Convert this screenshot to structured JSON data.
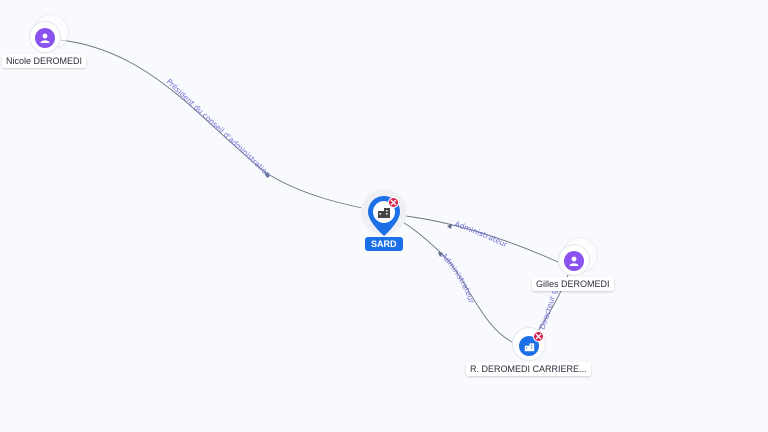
{
  "nodes": {
    "nicole": {
      "label": "Nicole DEROMEDI",
      "icon": "person-icon",
      "color": "#8a53f0"
    },
    "sard": {
      "label": "SARD",
      "icon": "company-icon",
      "color": "#1d6fe8",
      "badge": "closed-badge"
    },
    "gilles": {
      "label": "Gilles DEROMEDI",
      "icon": "person-icon",
      "color": "#8a53f0"
    },
    "rderomedi": {
      "label": "R. DEROMEDI CARRIERE...",
      "icon": "company-icon",
      "color": "#1d6fe8",
      "badge": "closed-badge"
    }
  },
  "edges": {
    "nicole_sard": "Président du conseil d'administration",
    "gilles_sard": "Administrateur",
    "rderomedi_sard": "Administrateur",
    "gilles_rderomedi": "Directeur gé..."
  },
  "colors": {
    "accent": "#1d6fe8",
    "person": "#8a53f0",
    "badge": "#d6204f",
    "edge": "#6b7785",
    "edge_label": "#6f6fd6"
  }
}
